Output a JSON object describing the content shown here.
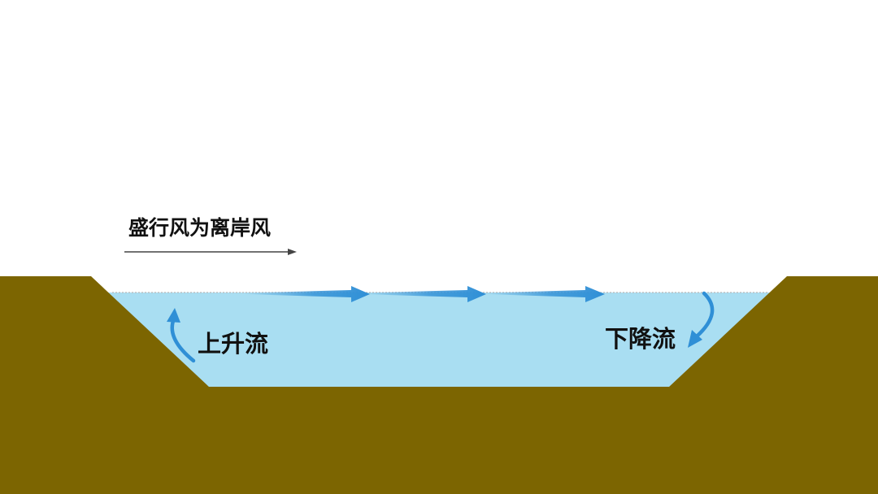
{
  "labels": {
    "wind": "盛行风为离岸风",
    "upwelling": "上升流",
    "downwelling": "下降流"
  },
  "colors": {
    "land": "#7c6501",
    "water": "#a9def2",
    "arrow": "#2f8fd6",
    "wind_arrow": "#333333",
    "text": "#111111"
  },
  "icons": {
    "wind": "right-arrow-icon",
    "surface_current": "right-arrow-icon",
    "upwelling": "curved-up-arrow-icon",
    "downwelling": "curved-down-arrow-icon"
  }
}
